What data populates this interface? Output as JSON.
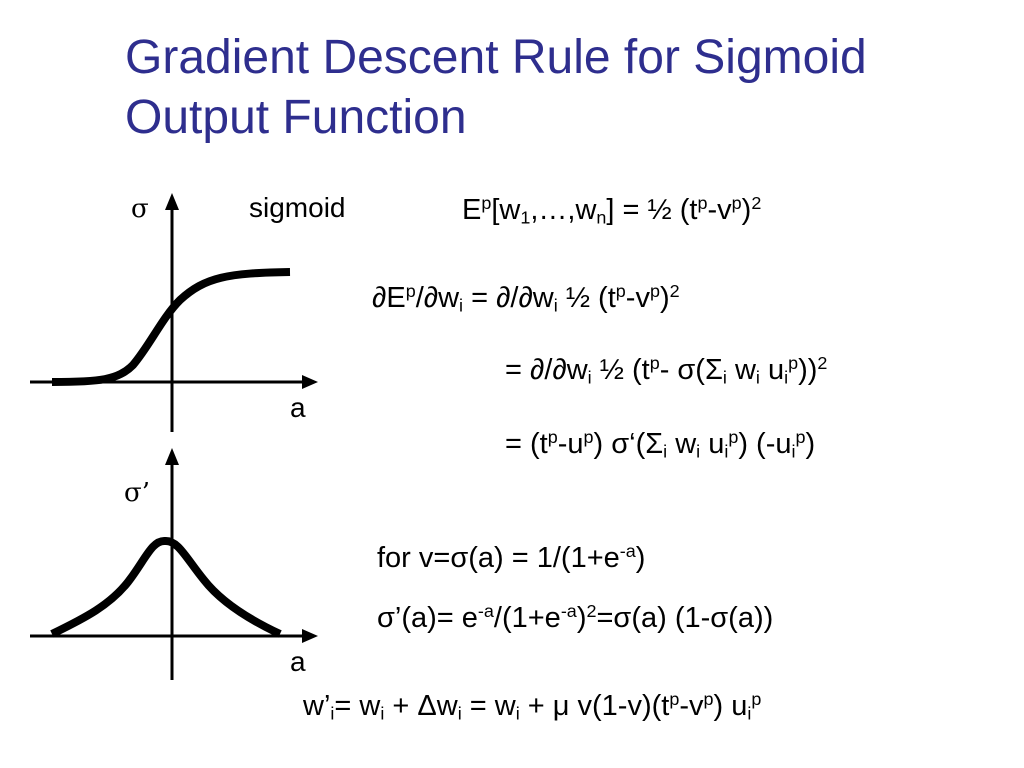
{
  "title": {
    "line1": "Gradient Descent Rule for Sigmoid",
    "line2": "Output Function"
  },
  "graph_top": {
    "y_label": "σ",
    "curve_label": "sigmoid",
    "x_label": "a"
  },
  "graph_bottom": {
    "y_label": "σ’",
    "x_label": "a"
  },
  "equations": {
    "e1_sum": "½ (t",
    "e2_text": "½ (t",
    "e3_text": "½ (t",
    "e4_text": "= (t",
    "e5_text": "for v=",
    "e5_mid": "(a) = 1/(1+e",
    "e6_mid": "(a)= e",
    "e7_text": "w’"
  },
  "colors": {
    "title": "#2e2e8e",
    "axis": "#000000",
    "curve": "#000000"
  }
}
